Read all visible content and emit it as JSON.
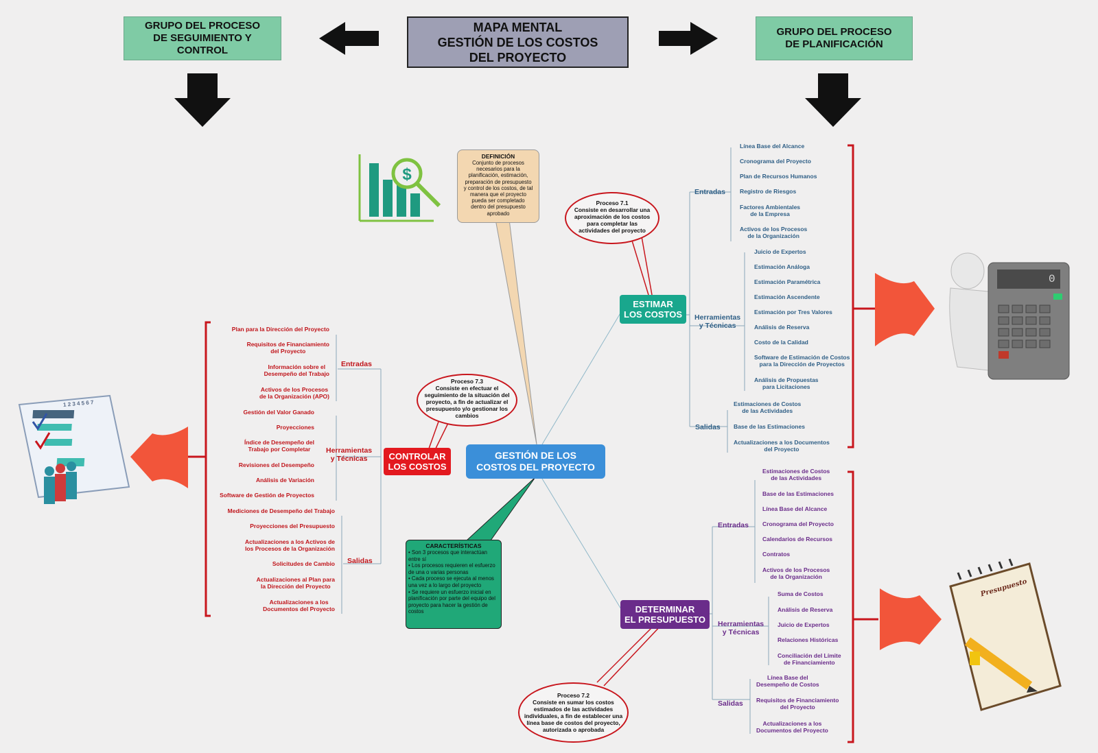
{
  "header": {
    "title": "MAPA MENTAL\nGESTIÓN DE LOS COSTOS\nDEL PROYECTO",
    "left_group": "GRUPO DEL PROCESO\nDE SEGUIMIENTO Y\nCONTROL",
    "right_group": "GRUPO DEL PROCESO\nDE PLANIFICACIÓN"
  },
  "center": {
    "label": "GESTIÓN DE LOS\nCOSTOS DEL PROYECTO",
    "color": "#3b8fd9"
  },
  "definition": {
    "title": "DEFINICIÓN",
    "text": "Conjunto de procesos\nnecesarios para la\nplanificación, estimación,\npreparación de presupuesto\ny control de los costos, de tal\nmanera que el proyecto\npueda ser completado\ndentro del presupuesto\naprobado"
  },
  "characteristics": {
    "title": "CARACTERÍSTICAS",
    "items": [
      "• Son 3 procesos que interactúan entre sí",
      "• Los procesos requieren el esfuerzo de una o varias personas",
      "• Cada proceso se ejecuta al menos una vez a lo largo del proyecto",
      "• Se requiere un esfuerzo inicial en planificación por parte del equipo del proyecto para hacer la gestión de costos"
    ]
  },
  "estimar": {
    "label": "ESTIMAR\nLOS COSTOS",
    "color": "#19a78d",
    "process": "Proceso 7.1",
    "process_text": "Consiste en desarrollar una\naproximación de los costos\npara completar las\nactividades del proyecto",
    "categories": [
      "Entradas",
      "Herramientas\ny Técnicas",
      "Salidas"
    ],
    "entradas": [
      "Línea Base del Alcance",
      "Cronograma del Proyecto",
      "Plan de Recursos Humanos",
      "Registro de Riesgos",
      "Factores Ambientales\nde la Empresa",
      "Activos de los Procesos\nde la Organización"
    ],
    "herramientas": [
      "Juicio de Expertos",
      "Estimación Análoga",
      "Estimación Paramétrica",
      "Estimación Ascendente",
      "Estimación por Tres Valores",
      "Análisis de Reserva",
      "Costo de la Calidad",
      "Software de Estimación de Costos\npara la Dirección de Proyectos",
      "Análisis de Propuestas\npara Licitaciones"
    ],
    "salidas": [
      "Estimaciones de Costos\nde las Actividades",
      "Base de las Estimaciones",
      "Actualizaciones a los Documentos\ndel Proyecto"
    ]
  },
  "determinar": {
    "label": "DETERMINAR\nEL PRESUPUESTO",
    "color": "#6a2c8a",
    "process": "Proceso 7.2",
    "process_text": "Consiste en sumar los costos\nestimados de las actividades\nindividuales, a fin de establecer una\nlínea base de costos del proyecto,\nautorizada o aprobada",
    "categories": [
      "Entradas",
      "Herramientas\ny Técnicas",
      "Salidas"
    ],
    "entradas": [
      "Estimaciones de Costos\nde las Actividades",
      "Base de las Estimaciones",
      "Línea Base del Alcance",
      "Cronograma del Proyecto",
      "Calendarios de Recursos",
      "Contratos",
      "Activos de los Procesos\nde la Organización"
    ],
    "herramientas": [
      "Suma de Costos",
      "Análisis de Reserva",
      "Juicio de Expertos",
      "Relaciones Históricas",
      "Conciliación del Límite\nde Financiamiento"
    ],
    "salidas": [
      "Línea Base del\nDesempeño de Costos",
      "Requisitos de Financiamiento\ndel Proyecto",
      "Actualizaciones a los\nDocumentos del Proyecto"
    ]
  },
  "controlar": {
    "label": "CONTROLAR\nLOS COSTOS",
    "color": "#e3191f",
    "process": "Proceso 7.3",
    "process_text": "Consiste en efectuar el\nseguimiento de la situación del\nproyecto, a fin de actualizar el\npresupuesto y/o gestionar los\ncambios",
    "categories": [
      "Entradas",
      "Herramientas\ny Técnicas",
      "Salidas"
    ],
    "entradas": [
      "Plan para la Dirección del Proyecto",
      "Requisitos de Financiamiento\ndel Proyecto",
      "Información sobre el\nDesempeño del Trabajo",
      "Activos de los Procesos\nde la Organización (APO)"
    ],
    "herramientas": [
      "Gestión del Valor Ganado",
      "Proyecciones",
      "Índice de Desempeño del\nTrabajo por Completar",
      "Revisiones del Desempeño",
      "Análisis de Variación",
      "Software de Gestión de Proyectos"
    ],
    "salidas": [
      "Mediciones de Desempeño del Trabajo",
      "Proyecciones del Presupuesto",
      "Actualizaciones a los Activos de\nlos  Procesos de la Organización",
      "Solicitudes de Cambio",
      "Actualizaciones al Plan para\nla Dirección del Proyecto",
      "Actualizaciones a los\nDocumentos del Proyecto"
    ]
  },
  "illustrations": {
    "calculator_display": "0",
    "notepad_label": "Presupuesto",
    "calendar_numbers": "1 2 3 4 5 6 7"
  },
  "colors": {
    "arrow_orange": "#f2553a",
    "bracket_red": "#c8161d",
    "defn_bg": "#f3d7b1",
    "char_bg": "#20a878",
    "chart_teal": "#1f9a80",
    "chart_green": "#7fc241"
  }
}
